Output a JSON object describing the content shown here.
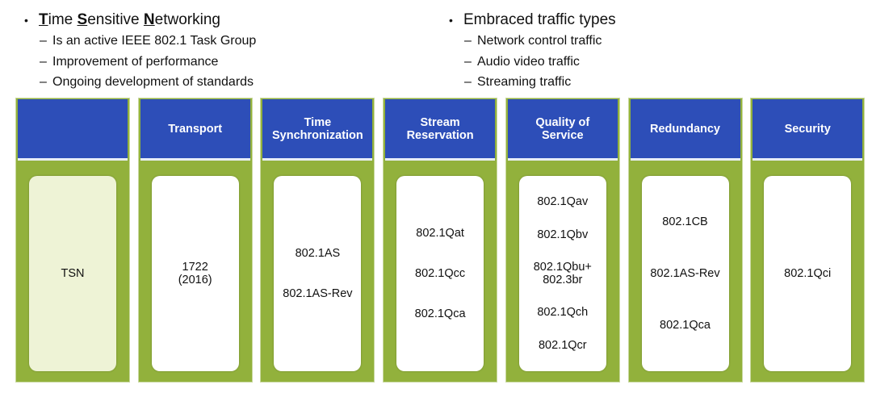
{
  "left_list": {
    "title_parts": [
      {
        "t": "T",
        "emph": true
      },
      {
        "t": "ime ",
        "emph": false
      },
      {
        "t": "S",
        "emph": true
      },
      {
        "t": "ensitive ",
        "emph": false
      },
      {
        "t": "N",
        "emph": true
      },
      {
        "t": "etworking",
        "emph": false
      }
    ],
    "items": [
      "Is an active IEEE 802.1 Task Group",
      "Improvement of performance",
      "Ongoing development of standards"
    ]
  },
  "right_list": {
    "title": "Embraced traffic types",
    "items": [
      "Network control traffic",
      "Audio video traffic",
      "Streaming traffic"
    ]
  },
  "columns": [
    {
      "header": "",
      "items": [
        "TSN"
      ],
      "highlight": true
    },
    {
      "header": "Transport",
      "items": [
        "1722\n(2016)"
      ]
    },
    {
      "header": "Time\nSynchronization",
      "items": [
        "802.1AS",
        "802.1AS-Rev"
      ]
    },
    {
      "header": "Stream\nReservation",
      "items": [
        "802.1Qat",
        "802.1Qcc",
        "802.1Qca"
      ]
    },
    {
      "header": "Quality of\nService",
      "items": [
        "802.1Qav",
        "802.1Qbv",
        "802.1Qbu+\n802.3br",
        "802.1Qch",
        "802.1Qcr"
      ]
    },
    {
      "header": "Redundancy",
      "items": [
        "802.1CB",
        "802.1AS-Rev",
        "802.1Qca"
      ]
    },
    {
      "header": "Security",
      "items": [
        "802.1Qci"
      ]
    }
  ]
}
